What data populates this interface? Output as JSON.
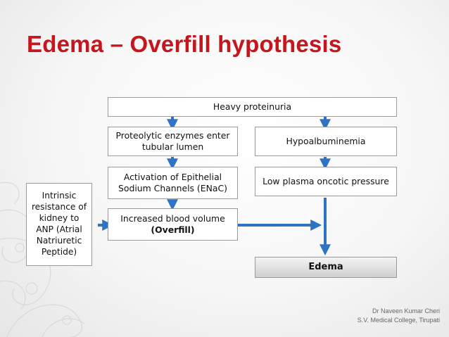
{
  "slide": {
    "title": "Edema – Overfill hypothesis",
    "footer_line1": "Dr Naveen Kumar Cheri",
    "footer_line2": "S.V. Medical College, Tirupati"
  },
  "boxes": {
    "heavy_proteinuria": "Heavy proteinuria",
    "proteolytic_line1": "Proteolytic enzymes enter",
    "proteolytic_line2": "tubular lumen",
    "hypoalbuminemia": "Hypoalbuminemia",
    "enac_line1": "Activation of Epithelial",
    "enac_line2": "Sodium Channels (ENaC)",
    "oncotic": "Low plasma oncotic pressure",
    "blood_volume_line1": "Increased blood volume",
    "blood_volume_line2": "(Overfill)",
    "edema": "Edema",
    "intrinsic_line1": "Intrinsic",
    "intrinsic_line2": "resistance of",
    "intrinsic_line3": "kidney to",
    "intrinsic_line4": "ANP (Atrial",
    "intrinsic_line5": "Natriuretic",
    "intrinsic_line6": "Peptide)"
  },
  "colors": {
    "title": "#c4161c",
    "arrow": "#2f74c4",
    "border": "#9a9a9a"
  }
}
